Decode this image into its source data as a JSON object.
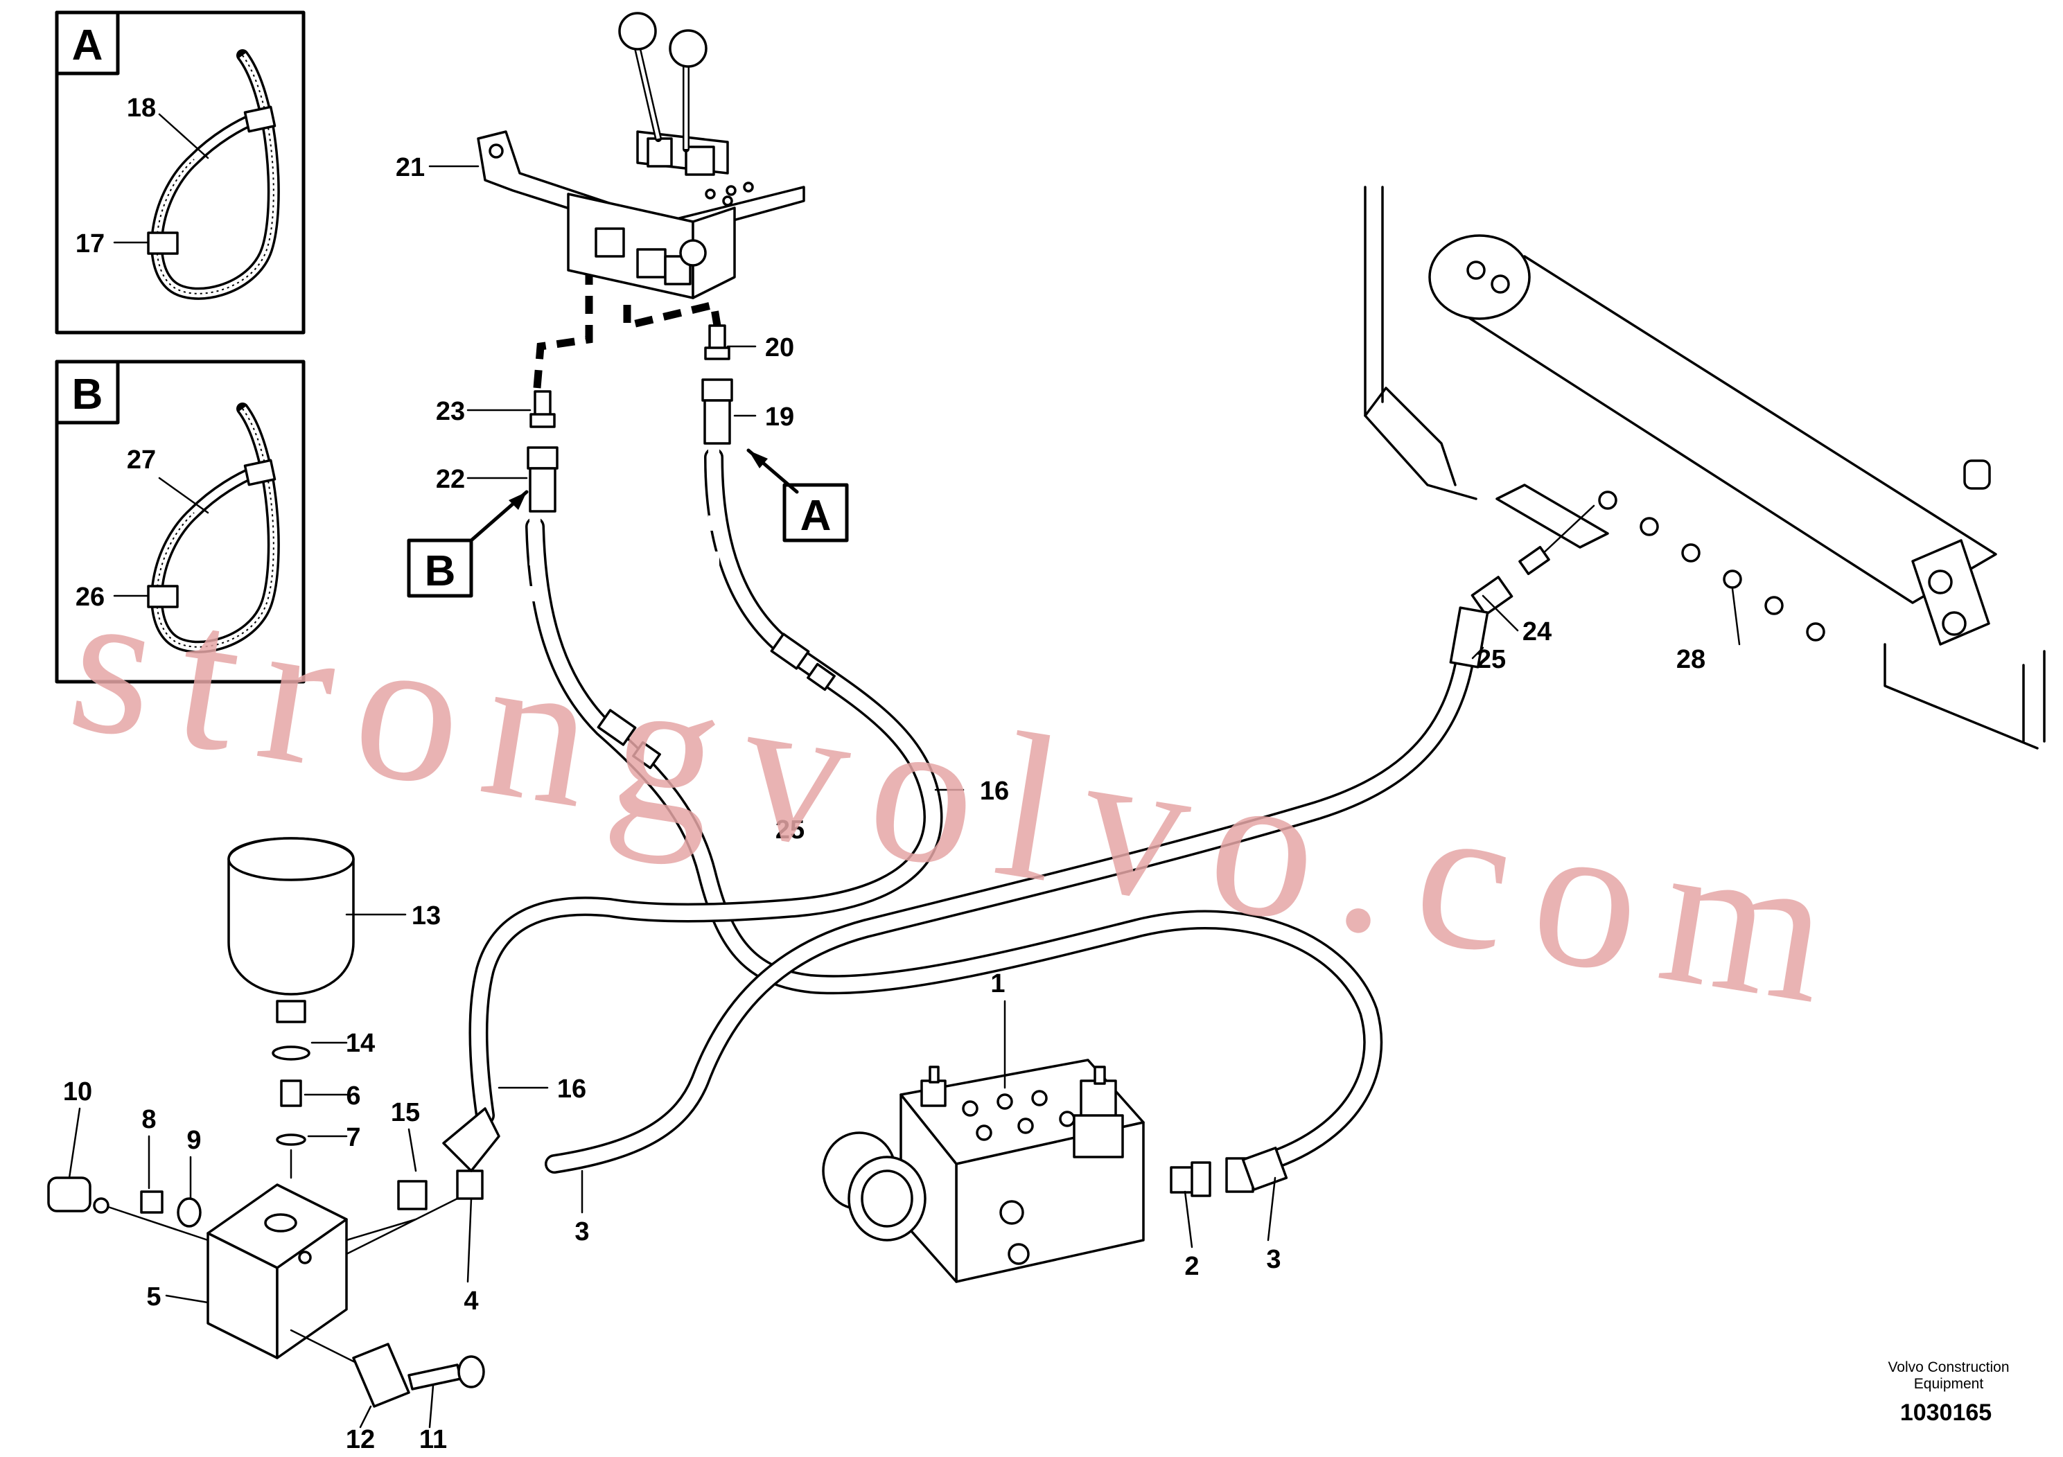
{
  "detail_boxes": [
    {
      "letter": "A",
      "labels": [
        "18",
        "17"
      ]
    },
    {
      "letter": "B",
      "labels": [
        "27",
        "26"
      ]
    }
  ],
  "callouts": {
    "A": "A",
    "B": "B"
  },
  "part_labels": {
    "p1": "1",
    "p2": "2",
    "p3a": "3",
    "p3b": "3",
    "p4": "4",
    "p5": "5",
    "p6": "6",
    "p7": "7",
    "p8": "8",
    "p9": "9",
    "p10": "10",
    "p11": "11",
    "p12": "12",
    "p13": "13",
    "p14": "14",
    "p15": "15",
    "p16a": "16",
    "p16b": "16",
    "p19": "19",
    "p20": "20",
    "p21": "21",
    "p22": "22",
    "p23": "23",
    "p24": "24",
    "p25a": "25",
    "p25b": "25",
    "p28": "28"
  },
  "watermark": "strongvolvo.com",
  "footer": {
    "line1": "Volvo Construction",
    "line2": "Equipment",
    "number": "1030165"
  }
}
